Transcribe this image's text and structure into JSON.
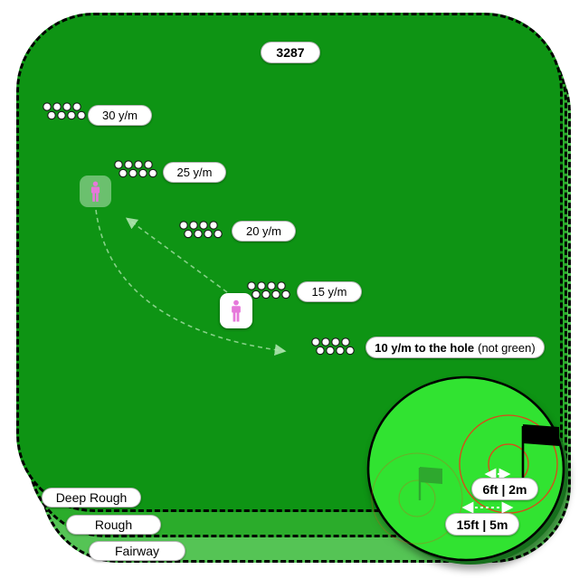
{
  "hole": {
    "number": "3287"
  },
  "markers": [
    {
      "label": "30 y/m"
    },
    {
      "label": "25 y/m"
    },
    {
      "label": "20 y/m"
    },
    {
      "label": "15 y/m"
    },
    {
      "label_bold": "10 y/m to the hole",
      "label_note": "(not green)"
    }
  ],
  "zones": [
    {
      "label": "Deep Rough"
    },
    {
      "label": "Rough"
    },
    {
      "label": "Fairway"
    }
  ],
  "green_detail": {
    "pin_radius_label": "6ft | 2m",
    "green_radius_label": "15ft | 5m"
  },
  "icons": {
    "player": "person-icon",
    "pin": "flag-icon",
    "previous_pin": "faded-flag-icon",
    "ball_pile": "ball-pile-icon"
  },
  "colors": {
    "deep_rough": "#0E9414",
    "rough": "#2BAC2B",
    "fairway": "#55C455",
    "putting_green": "#31E331",
    "radius_ring": "#DD4619",
    "player_pink": "#E678DA"
  }
}
